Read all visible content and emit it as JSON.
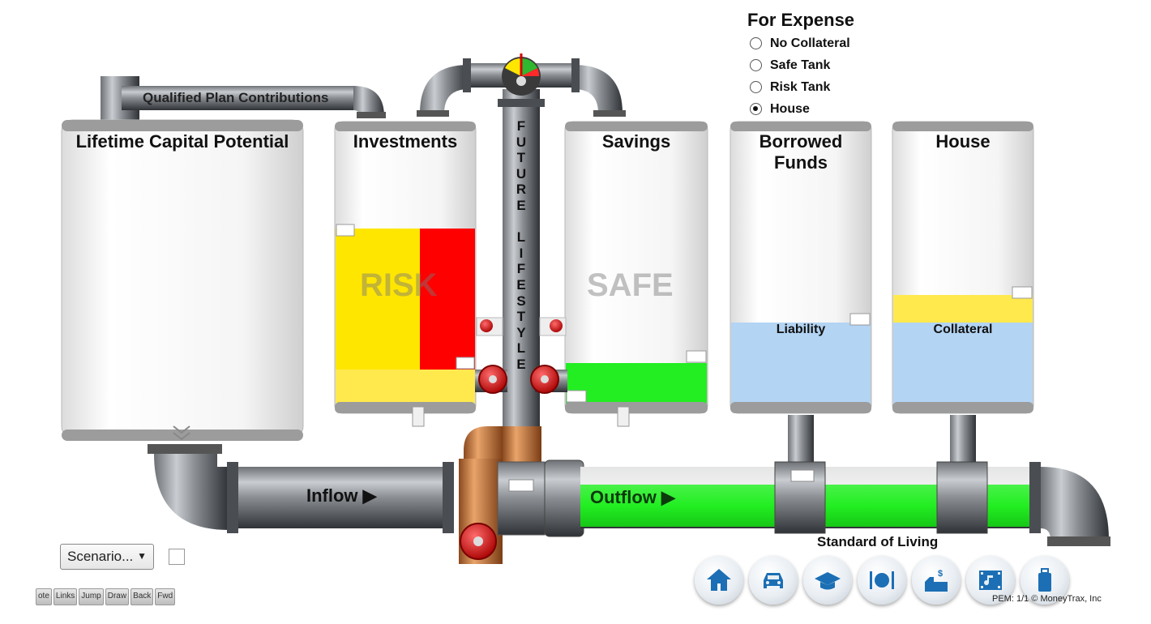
{
  "tanks": {
    "lifetime": {
      "title": "Lifetime Capital Potential"
    },
    "investments": {
      "title": "Investments",
      "zone": "RISK"
    },
    "savings": {
      "title": "Savings",
      "zone": "SAFE"
    },
    "borrowed": {
      "title": "Borrowed Funds",
      "level_label": "Liability"
    },
    "house": {
      "title": "House",
      "level_label": "Collateral"
    }
  },
  "pipes": {
    "qualified": "Qualified Plan Contributions",
    "future": "FUTURE LIFESTYLE",
    "inflow": "Inflow ▶",
    "outflow": "Outflow ▶"
  },
  "for_expense": {
    "title": "For Expense",
    "options": [
      "No Collateral",
      "Safe Tank",
      "Risk Tank",
      "House"
    ],
    "selected": "House"
  },
  "scenario_select": {
    "value": "Scenario...",
    "arrow": "▼"
  },
  "toolbar": [
    "ote",
    "Links",
    "Jump",
    "Draw",
    "Back",
    "Fwd"
  ],
  "standard_of_living": {
    "label": "Standard of Living",
    "buttons": [
      "home-icon",
      "car-icon",
      "graduation-cap-icon",
      "dining-icon",
      "charity-icon",
      "music-film-icon",
      "luggage-icon"
    ]
  },
  "footer": "PEM: 1/1 © MoneyTrax, Inc",
  "colors": {
    "risk_yellow": "#ffe600",
    "risk_red": "#ff0000",
    "safe_green": "#22ee22",
    "liability_blue": "#b3d4f3",
    "outflow_green": "#22ee22",
    "pipe_copper": "#c77a3a"
  }
}
